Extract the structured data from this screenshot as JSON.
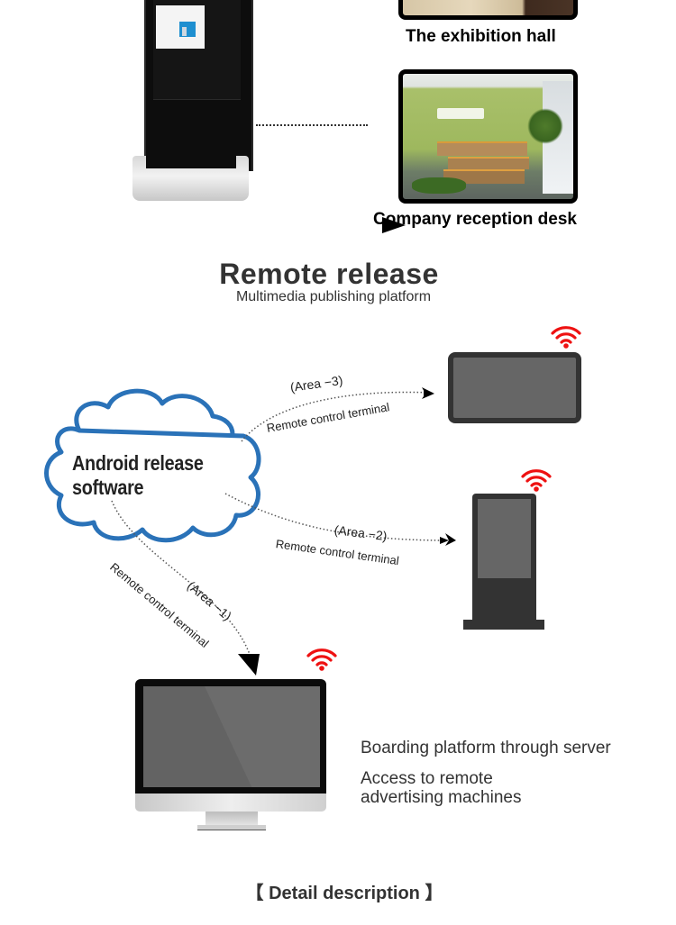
{
  "gallery": {
    "photos": [
      {
        "caption": "The exhibition hall",
        "scene": "exhibition-hall"
      },
      {
        "caption": "Company reception desk",
        "scene": "reception-desk"
      }
    ],
    "kiosk": {
      "device": "floor-standing-kiosk",
      "poster": "brochure-display"
    }
  },
  "section": {
    "title": "Remote release",
    "subtitle": "Multimedia publishing platform"
  },
  "diagram": {
    "source": {
      "label_line1": "Android release",
      "label_line2": "software",
      "icon": "cloud-icon",
      "color": "#2a72b8"
    },
    "links": [
      {
        "area": "(Area −3)",
        "label": "Remote control terminal",
        "target": "tablet-display"
      },
      {
        "area": "(Area −2)",
        "label": "Remote control terminal",
        "target": "standing-kiosk"
      },
      {
        "area": "(Area −1)",
        "label": "Remote control terminal",
        "target": "desktop-monitor"
      }
    ],
    "wifi_color": "#ee1111",
    "notes": [
      "Boarding platform through server",
      "Access to remote",
      "advertising machines"
    ]
  },
  "footer": {
    "detail_heading": "【 Detail description 】"
  }
}
